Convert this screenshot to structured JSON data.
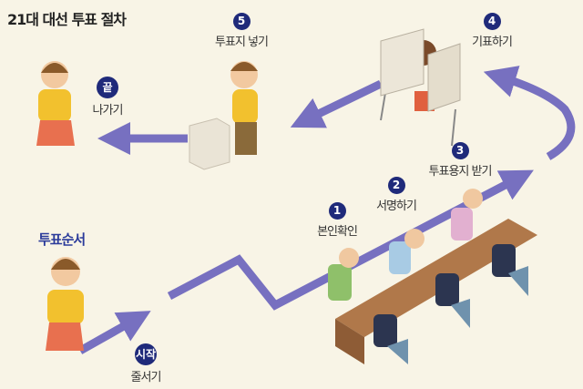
{
  "title": "21대 대선 투표 절차",
  "order_label": "투표순서",
  "colors": {
    "background": "#f8f4e6",
    "arrow": "#7770c0",
    "badge": "#1f2a7a",
    "order_text": "#2a3a9a"
  },
  "steps": [
    {
      "badge": "시작",
      "label": "줄서기"
    },
    {
      "badge": "1",
      "label": "본인확인"
    },
    {
      "badge": "2",
      "label": "서명하기"
    },
    {
      "badge": "3",
      "label": "투표용지 받기"
    },
    {
      "badge": "4",
      "label": "기표하기"
    },
    {
      "badge": "5",
      "label": "투표지 넣기"
    },
    {
      "badge": "끝",
      "label": "나가기"
    }
  ]
}
